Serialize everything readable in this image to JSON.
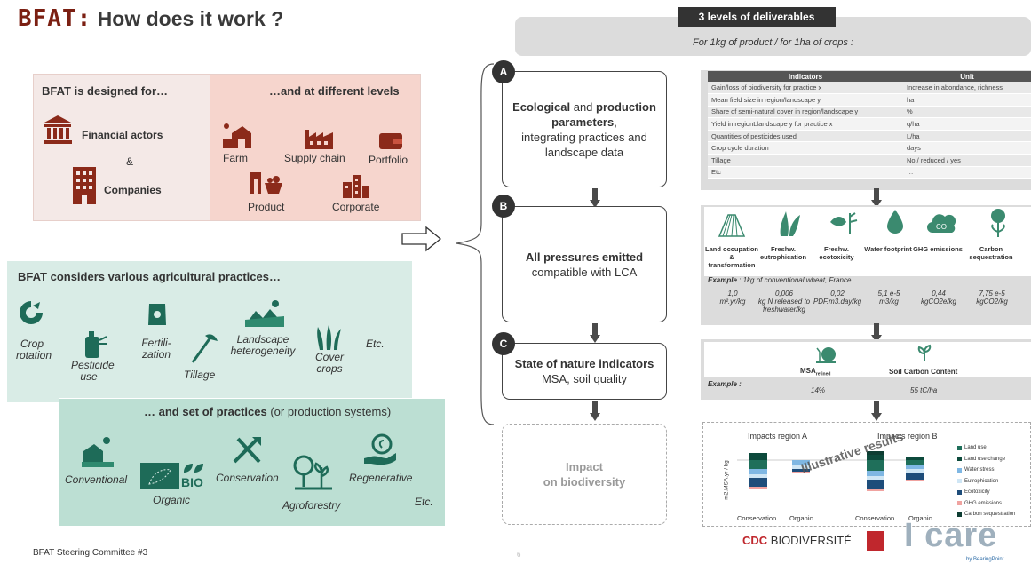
{
  "header": {
    "brand": "BFAT:",
    "title": "How does it work ?"
  },
  "footer": {
    "text": "BFAT Steering Committee #3",
    "page": "6"
  },
  "designed_for": {
    "title": "BFAT is designed for…",
    "financial": "Financial actors",
    "amp": "&",
    "companies": "Companies"
  },
  "levels": {
    "title": "…and at different levels",
    "items": [
      "Farm",
      "Supply chain",
      "Portfolio",
      "Product",
      "Corporate"
    ]
  },
  "practices": {
    "title": "BFAT considers various agricultural practices…",
    "crop_rotation": "Crop rotation",
    "pesticide": "Pesticide use",
    "fertilization": "Fertili- zation",
    "tillage": "Tillage",
    "landscape": "Landscape heterogeneity",
    "cover": "Cover crops",
    "etc": "Etc."
  },
  "systems": {
    "title_bold": "… and set of practices",
    "title_rest": " (or production systems)",
    "conventional": "Conventional",
    "organic": "Organic",
    "bio": "BIO",
    "conservation": "Conservation",
    "agroforestry": "Agroforestry",
    "regenerative": "Regenerative",
    "etc": "Etc."
  },
  "deliverables": {
    "title": "3 levels of deliverables",
    "subtitle": "For 1kg of product / for 1ha of crops :"
  },
  "steps": {
    "a": {
      "badge": "A",
      "b1": "Ecological",
      "t1": " and ",
      "b2": "production parameters",
      "t2": ",",
      "t3": "integrating practices and landscape data"
    },
    "b": {
      "badge": "B",
      "bold": "All pressures emitted",
      "text": "compatible with LCA"
    },
    "c": {
      "badge": "C",
      "bold": "State of nature indicators",
      "text": "MSA, soil quality"
    },
    "d": {
      "text1": "Impact",
      "text2": "on biodiversity"
    }
  },
  "indicator_table": {
    "headers": [
      "Indicators",
      "Unit"
    ],
    "rows": [
      [
        "Gain/loss of biodiversity for practice x",
        "Increase in abondance, richness"
      ],
      [
        "Mean field size in region/landscape y",
        "ha"
      ],
      [
        "Share of semi-natural cover in region/landscape y",
        "%"
      ],
      [
        "Yield in regionLlandscape y for practice x",
        "q/ha"
      ],
      [
        "Quantities of pesticides used",
        "L/ha"
      ],
      [
        "Crop cycle duration",
        "days"
      ],
      [
        "Tillage",
        "No / reduced / yes"
      ],
      [
        "Etc",
        "…"
      ]
    ]
  },
  "pressures": {
    "items": [
      {
        "label": "Land occupation & transformation",
        "value": "1,0\nm².yr/kg"
      },
      {
        "label": "Freshw. eutrophication",
        "value": "0,006\nkg N released to freshwater/kg"
      },
      {
        "label": "Freshw. ecotoxicity",
        "value": "0,02\nPDF.m3.day/kg"
      },
      {
        "label": "Water footprint",
        "value": "5,1 e-5\nm3/kg"
      },
      {
        "label": "GHG emissions",
        "value": "0,44\nkgCO2e/kg"
      },
      {
        "label": "Carbon sequestration",
        "value": "7,75 e-5\nkgCO2/kg"
      }
    ],
    "example_bold": "Example",
    "example_rest": " : 1kg of conventional wheat, France"
  },
  "state": {
    "msa": "MSA",
    "msa_sub": "refined",
    "soil": "Soil Carbon Content",
    "example": "Example :",
    "msa_val": "14%",
    "soil_val": "55 tC/ha"
  },
  "impact_chart": {
    "region_a": "Impacts region A",
    "region_b": "Impacts region B",
    "ylabel": "m2.MSA.yr / kg",
    "watermark": "Illustrative results",
    "x_labels": [
      "Conservation",
      "Organic",
      "Conservation",
      "Organic"
    ],
    "legend": [
      {
        "name": "Land use",
        "color": "#1f6f5a"
      },
      {
        "name": "Land use change",
        "color": "#0d4a3c"
      },
      {
        "name": "Water stress",
        "color": "#7fb7e3"
      },
      {
        "name": "Eutrophication",
        "color": "#cfe6f5"
      },
      {
        "name": "Ecotoxicity",
        "color": "#1e4d7a"
      },
      {
        "name": "GHG emissions",
        "color": "#f0a3a0"
      },
      {
        "name": "Carbon sequestration",
        "color": "#0e3d33"
      }
    ]
  },
  "logos": {
    "cdc_bold": "CDC",
    "cdc_rest": " BIODIVERSITÉ",
    "icare": "I care",
    "icare_sub": "by BearingPoint"
  }
}
